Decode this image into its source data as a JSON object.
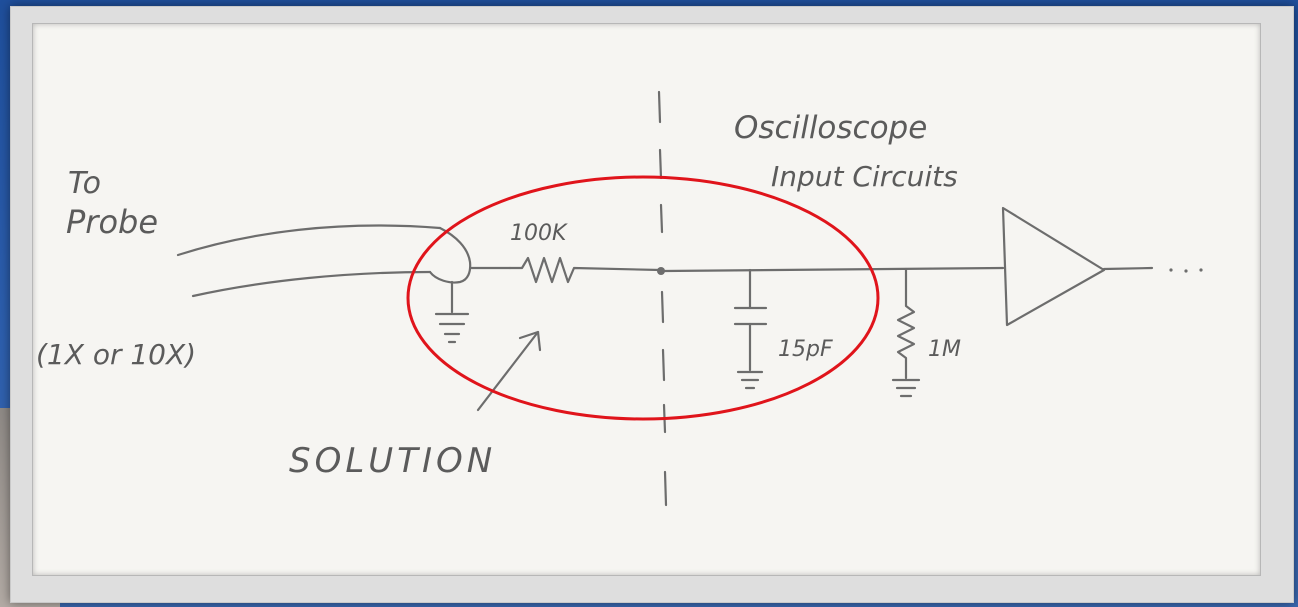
{
  "colors": {
    "background": "#2d5fae",
    "paper": "#f6f5f2",
    "ink": "#6d6d6d",
    "highlight": "#e0141b"
  },
  "labels": {
    "to": "To",
    "probe": "Probe",
    "probe_mode": "(1X or 10X)",
    "scope_line1": "Oscilloscope",
    "scope_line2": "Input Circuits",
    "resistor_value": "100K",
    "capacitor_value": "15pF",
    "input_resistor_value": "1M",
    "solution": "SOLUTION",
    "continuation": "..."
  },
  "icons": {
    "resistor": "resistor-icon",
    "capacitor": "capacitor-icon",
    "ground": "ground-icon",
    "amplifier": "amplifier-triangle-icon",
    "arrow": "arrow-icon"
  }
}
